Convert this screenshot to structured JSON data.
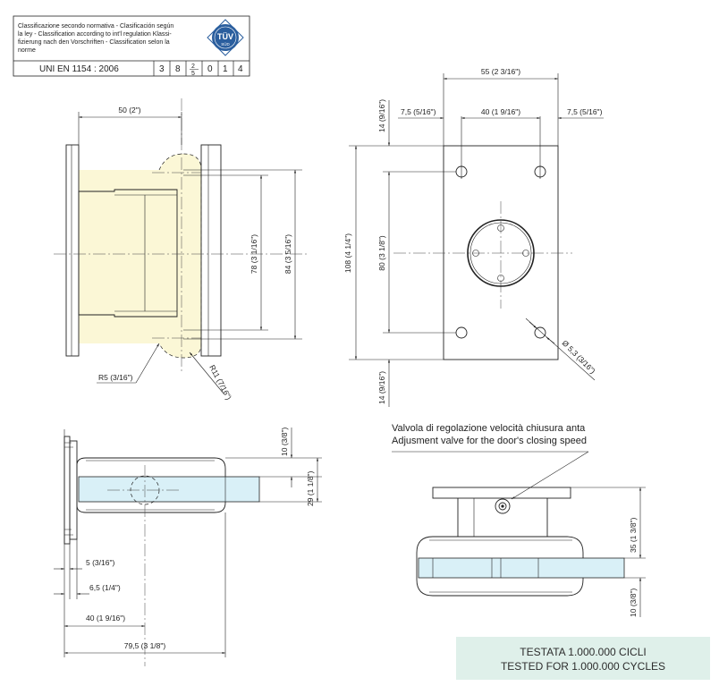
{
  "classification": {
    "text_lines": [
      "Classificazione secondo normativa - Clasificación según",
      "la ley - Classification according to int'l regulation Klassi-",
      "fizierung nach den Vorschriften - Classification selon la",
      "norme"
    ],
    "standard": "UNI  EN  1154 : 2006",
    "cells": [
      "3",
      "8",
      "2",
      "5",
      "0",
      "1",
      "4"
    ],
    "logo_text": "TÜV",
    "logo_sub": "SÜD"
  },
  "front_view": {
    "width": "50 (2\")",
    "h78": "78 (3 1/16\")",
    "h84": "84 (3 5/16\")",
    "r5": "R5 (3/16\")",
    "r11": "R11 (7/16\")"
  },
  "plate_view": {
    "width": "55 (2  3/16\")",
    "left_off": "7,5 (5/16\")",
    "spacing": "40 (1  9/16\")",
    "right_off": "7,5 (5/16\")",
    "top": "14 (9/16\")",
    "height": "108 (4  1/4\")",
    "inner": "80 (3 1/8\")",
    "bottom": "14 (9/16\")",
    "hole": "Ø 5,3 (3/16\")"
  },
  "side_view": {
    "t10": "10 (3/8\")",
    "t29": "29 (1  1/8\")",
    "d5": "5 (3/16\")",
    "d65": "6,5 (1/4\")",
    "d40": "40 (1  9/16\")",
    "d795": "79,5 (3  1/8\")"
  },
  "valve_view": {
    "note_it": "Valvola di regolazione velocità chiusura anta",
    "note_en": "Adjusment valve for the door's closing speed",
    "h35": "35 (1  3/8\")",
    "h10": "10 (3/8\")"
  },
  "test_badge": {
    "line1": "TESTATA 1.000.000 CICLI",
    "line2": "TESTED FOR 1.000.000 CYCLES"
  },
  "colors": {
    "yellow_fill": "#fbf7d6",
    "glass_fill": "#d9f0f7",
    "badge_fill": "#dff0ea",
    "tuv_blue": "#2a5e9e"
  }
}
